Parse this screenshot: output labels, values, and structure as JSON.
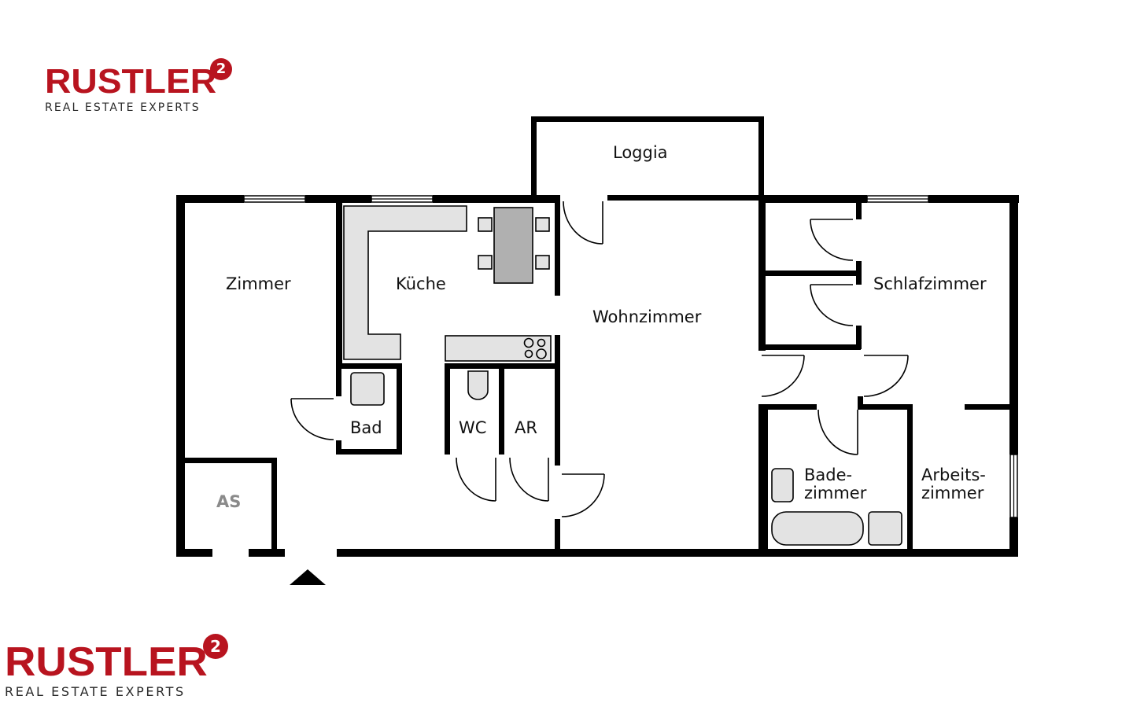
{
  "logos": [
    {
      "position": "top-left",
      "brand": "RUSTLER",
      "superscript": "2",
      "tagline": "REAL ESTATE EXPERTS"
    },
    {
      "position": "bottom-left",
      "brand": "RUSTLER",
      "superscript": "2",
      "tagline": "REAL ESTATE EXPERTS"
    }
  ],
  "colors": {
    "brand_red": "#b8141f",
    "wall": "#000000",
    "fixture_fill": "#e3e3e3",
    "table_fill": "#b0b0b0",
    "label_grey": "#8a8a8a"
  },
  "floorplan": {
    "rooms": [
      {
        "id": "zimmer",
        "label": "Zimmer"
      },
      {
        "id": "kueche",
        "label": "Küche"
      },
      {
        "id": "loggia",
        "label": "Loggia"
      },
      {
        "id": "wohnzimmer",
        "label": "Wohnzimmer"
      },
      {
        "id": "schlafzimmer",
        "label": "Schlafzimmer"
      },
      {
        "id": "bad",
        "label": "Bad"
      },
      {
        "id": "wc",
        "label": "WC"
      },
      {
        "id": "ar",
        "label": "AR"
      },
      {
        "id": "as",
        "label": "AS"
      },
      {
        "id": "badezimmer",
        "label_line1": "Bade-",
        "label_line2": "zimmer"
      },
      {
        "id": "arbeitszimmer",
        "label_line1": "Arbeits-",
        "label_line2": "zimmer"
      }
    ],
    "entrance_marker": "entrance-arrow"
  }
}
